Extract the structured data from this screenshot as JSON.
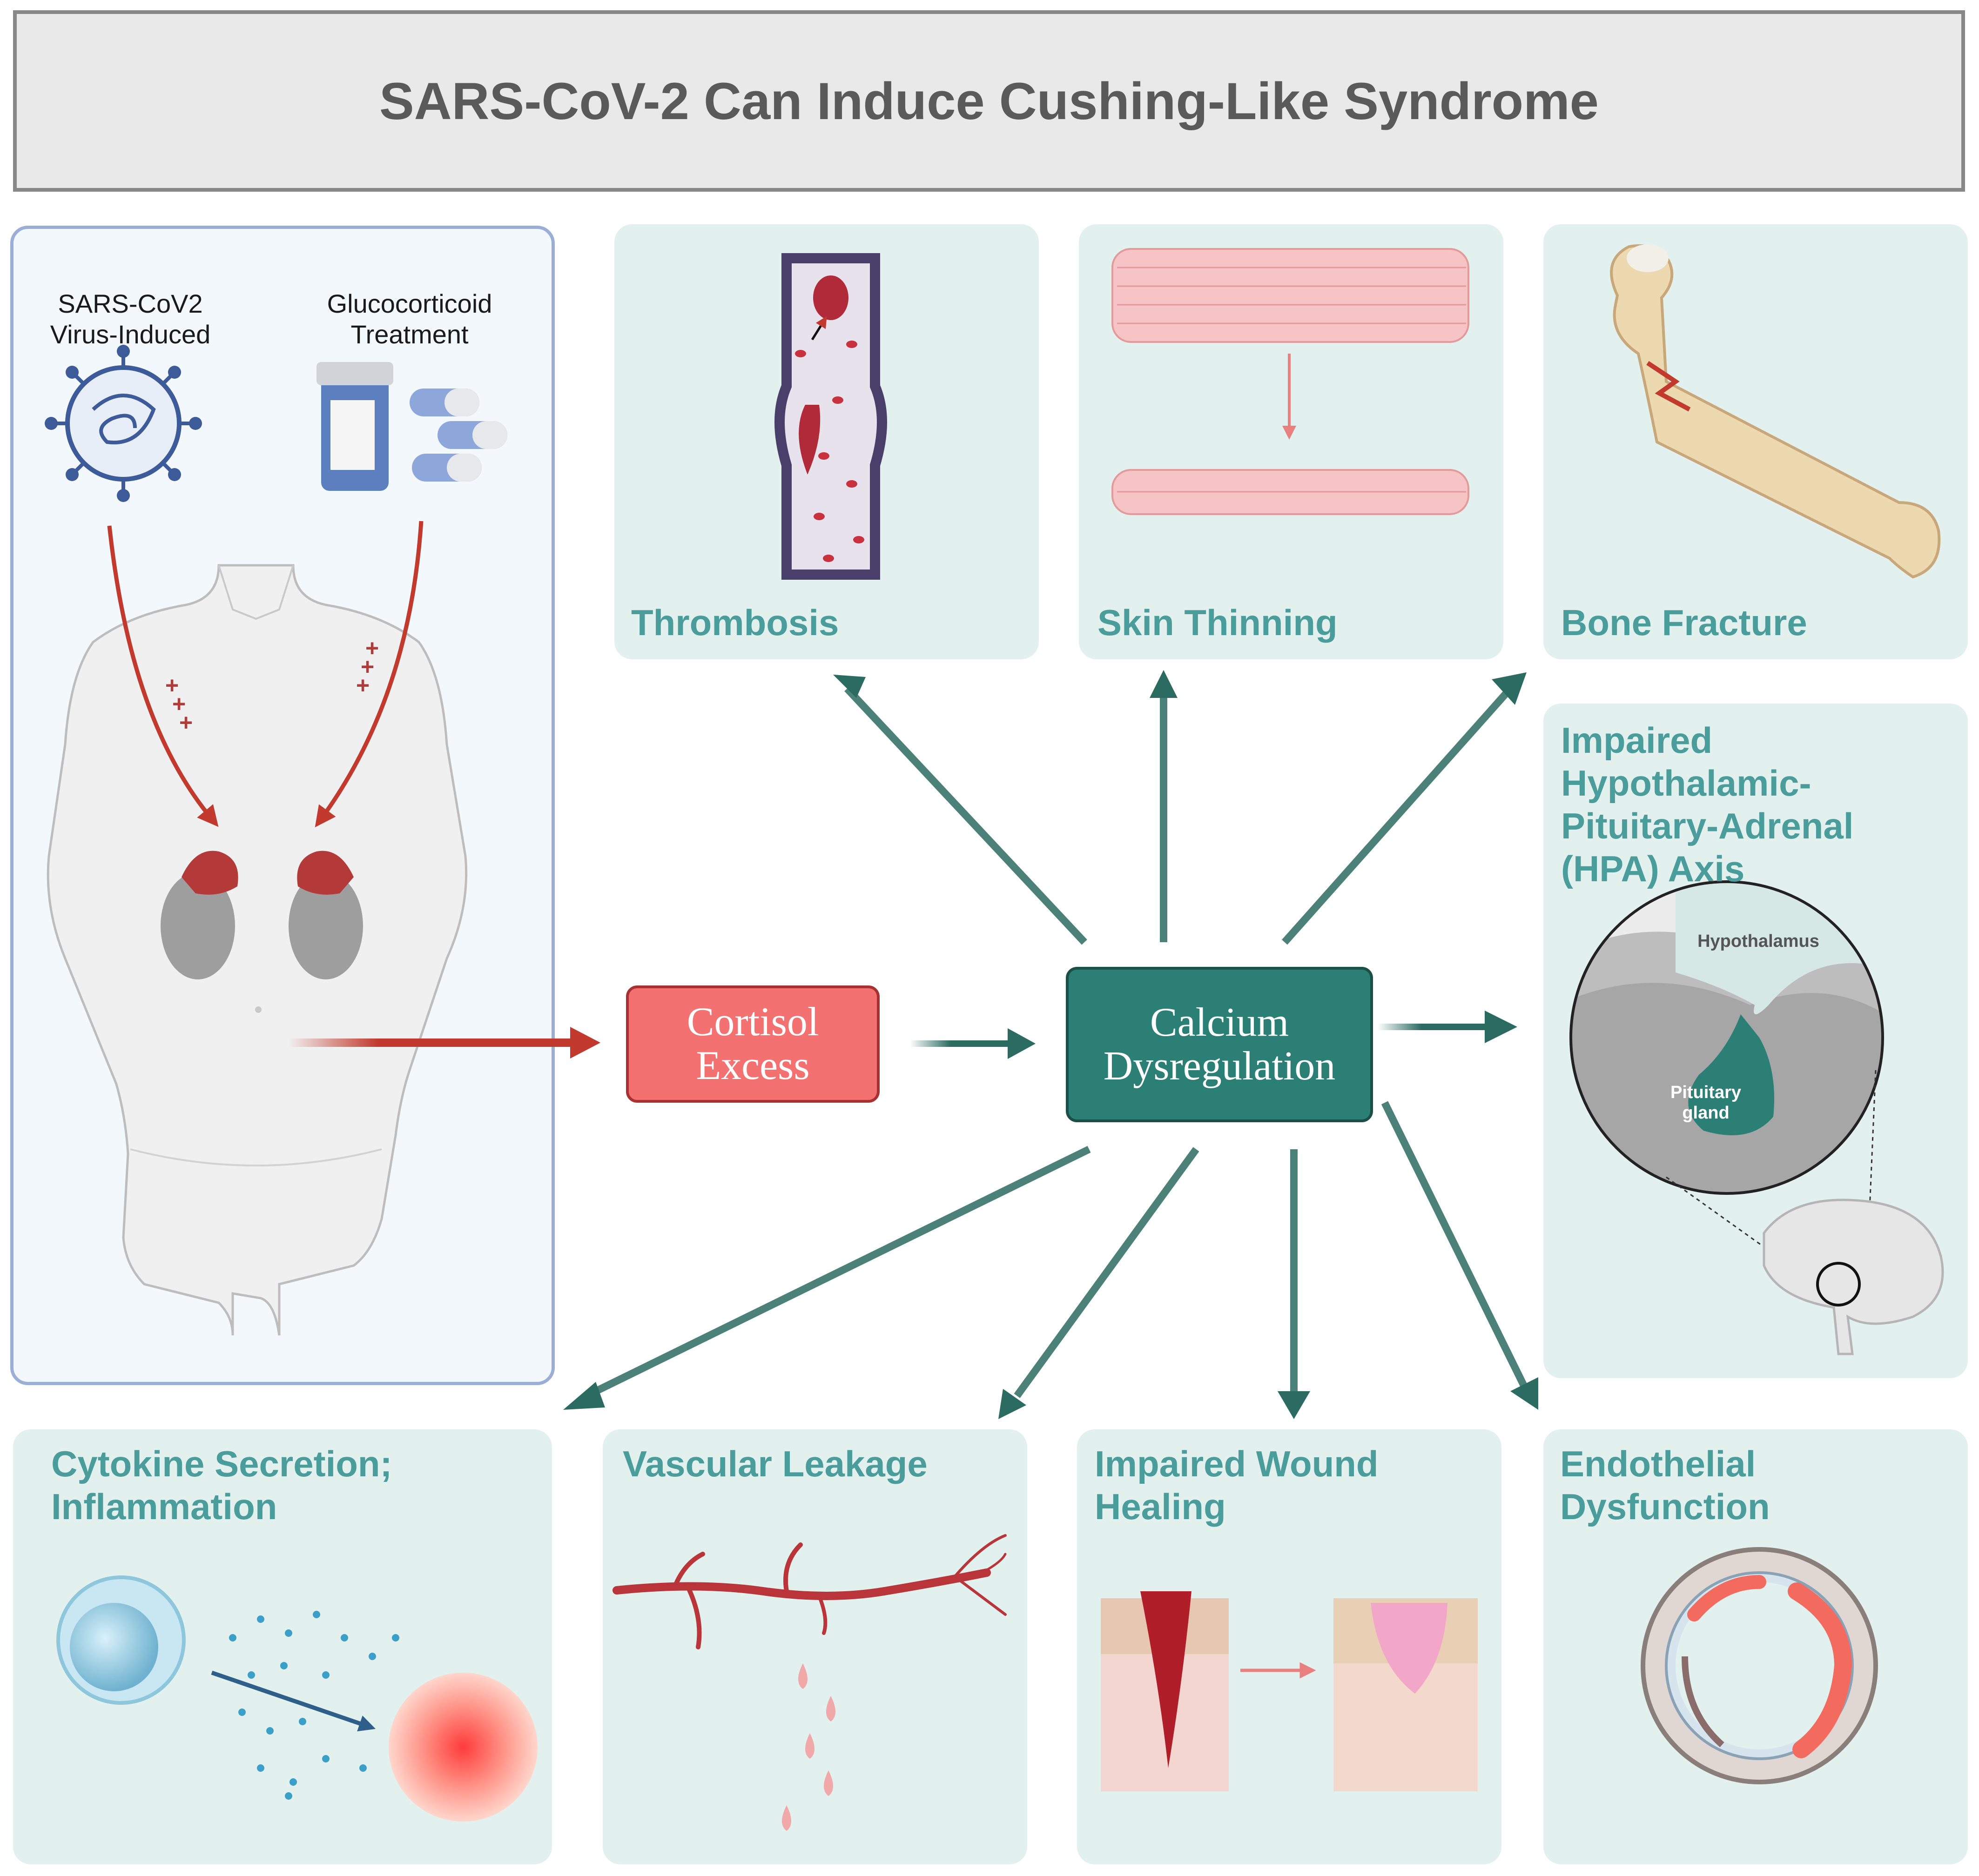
{
  "title": "SARS-CoV-2 Can Induce Cushing-Like Syndrome",
  "sources": {
    "virus_label": "SARS-CoV2 Virus-Induced",
    "treatment_label": "Glucocorticoid Treatment"
  },
  "nodes": {
    "cortisol": "Cortisol Excess",
    "calcium": "Calcium Dysregulation"
  },
  "effects": {
    "thrombosis": "Thrombosis",
    "skin_thinning": "Skin Thinning",
    "bone_fracture": "Bone Fracture",
    "hpa_axis": "Impaired Hypothalamic-Pituitary-Adrenal (HPA) Axis",
    "cytokine": "Cytokine Secretion; Inflammation",
    "vascular_leakage": "Vascular Leakage",
    "wound_healing": "Impaired Wound Healing",
    "endothelial": "Endothelial Dysfunction"
  },
  "hpa_inset": {
    "hypothalamus_label": "Hypothalamus",
    "pituitary_label": "Pituitary gland"
  },
  "colors": {
    "panel_bg": "#e2f1ee",
    "panel_text": "#4a9d9a",
    "arrow_teal": "#2b6b62",
    "arrow_red": "#c23a2e",
    "cortisol_box": "#f47171",
    "calcium_box": "#2b7f74"
  }
}
